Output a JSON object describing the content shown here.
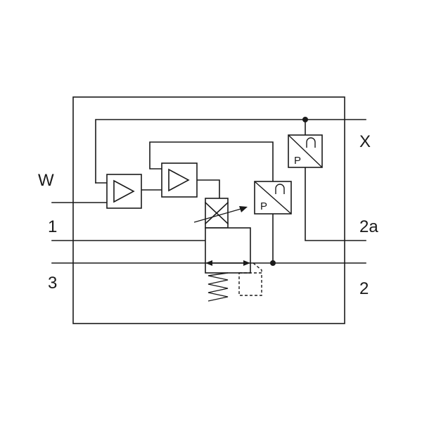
{
  "ports": {
    "w": "W",
    "x": "X",
    "p1": "1",
    "p2a": "2a",
    "p3": "3",
    "p2": "2"
  },
  "sensors": {
    "upper": "P",
    "lower": "P"
  },
  "colors": {
    "stroke": "#1a1a1a",
    "background": "#ffffff"
  }
}
